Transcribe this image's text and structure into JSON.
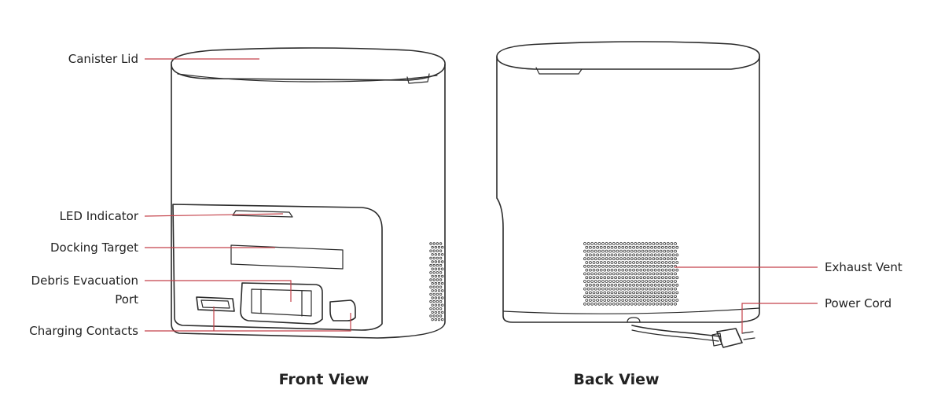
{
  "accent_color": "#c4424a",
  "captions": {
    "front": "Front View",
    "back": "Back View"
  },
  "labels": {
    "canister_lid": "Canister Lid",
    "led_indicator": "LED Indicator",
    "docking_target": "Docking Target",
    "debris_port_line1": "Debris Evacuation",
    "debris_port_line2": "Port",
    "charging_contacts": "Charging Contacts",
    "exhaust_vent": "Exhaust Vent",
    "power_cord": "Power Cord"
  }
}
